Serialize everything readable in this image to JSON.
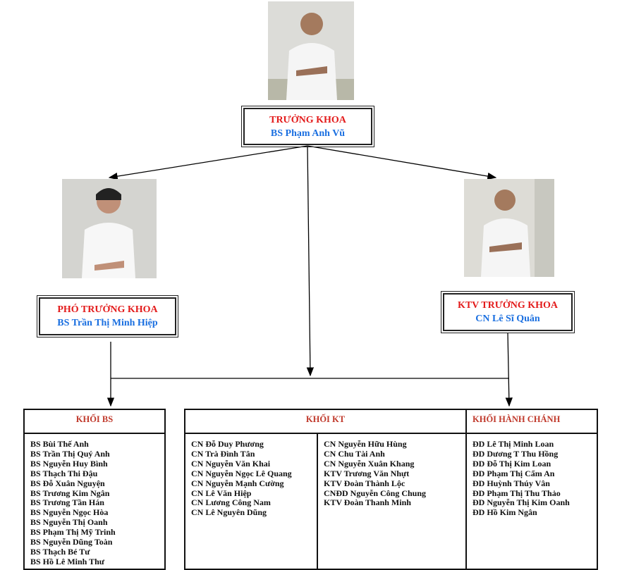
{
  "head": {
    "title": "TRƯỞNG KHOA",
    "name": "BS Phạm Anh Vũ"
  },
  "deputy": {
    "title": "PHÓ TRƯỞNG KHOA",
    "name": "BS Trần Thị Minh Hiệp"
  },
  "technician_head": {
    "title": "KTV TRƯỞNG KHOA",
    "name": "CN Lê Sĩ Quân"
  },
  "groups": {
    "bs": {
      "title": "KHỐI BS",
      "members": [
        "BS Bùi Thế Anh",
        "BS Trần Thị Quý Anh",
        "BS Nguyễn Huy Bình",
        "BS Thạch Thi Đậu",
        "BS Đỗ Xuân Nguyện",
        "BS Trương Kim Ngân",
        "BS Trương Tần Hán",
        "BS Nguyễn Ngọc Hòa",
        "BS Nguyễn Thị Oanh",
        "BS Phạm Thị Mỹ Trinh",
        "BS Nguyễn Dũng Toàn",
        "BS Thạch Bé Tư",
        "BS Hồ Lê Minh Thư"
      ]
    },
    "kt": {
      "title": "KHỐI KT",
      "members_left": [
        "CN Đỗ Duy Phương",
        "CN Trà Đình Tân",
        "CN Nguyễn Văn Khai",
        "CN Nguyễn Ngọc Lê Quang",
        "CN Nguyễn Mạnh Cường",
        "CN Lê Văn Hiệp",
        "CN Lương Công Nam",
        "CN Lê Nguyên Dũng"
      ],
      "members_right": [
        "CN Nguyễn Hữu Hùng",
        "CN Chu Tài Anh",
        "CN Nguyễn Xuân Khang",
        "KTV Trương Văn Nhựt",
        "KTV Đoàn Thành Lộc",
        "CNĐD Nguyễn Công Chung",
        "KTV Đoàn Thanh Minh"
      ]
    },
    "hc": {
      "title": "KHỐI HÀNH CHÁNH",
      "members": [
        "ĐD Lê Thị Minh Loan",
        "ĐD Dương T Thu Hồng",
        "ĐD Đỗ Thị Kim Loan",
        "ĐD Phạm Thị Cẩm An",
        "ĐD Huỳnh Thúy Vân",
        "ĐD Phạm Thị Thu Thảo",
        "ĐD Nguyễn Thị Kim Oanh",
        "ĐD Hồ Kim Ngân"
      ]
    }
  }
}
